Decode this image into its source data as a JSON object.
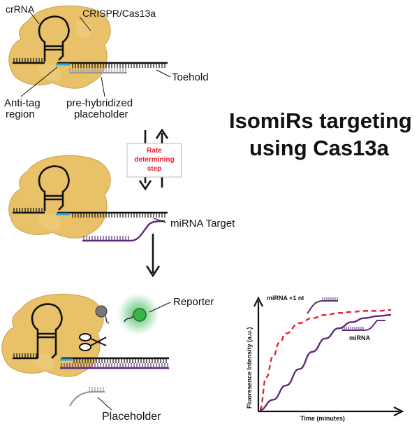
{
  "labels": {
    "crrna": "crRNA",
    "cas": "CRISPR/Cas13a",
    "toehold": "Toehold",
    "antitag_1": "Anti-tag",
    "antitag_2": "region",
    "placeholder_top_1": "pre-hybridized",
    "placeholder_top_2": "placeholder",
    "rate_1": "Rate",
    "rate_2": "determining",
    "rate_3": "step",
    "mirna_target": "miRNA Target",
    "reporter": "Reporter",
    "placeholder_bottom": "Placeholder"
  },
  "title": {
    "line1": "IsomiRs targeting",
    "line2": "using Cas13a"
  },
  "chart_data": {
    "type": "line",
    "xlabel": "Time (minutes)",
    "ylabel": "Fluoresence Intensity (a.u.)",
    "series": [
      {
        "name": "miRNA +1 nt",
        "style": "dashed",
        "color": "#e8212b",
        "x": [
          0,
          0.05,
          0.1,
          0.15,
          0.2,
          0.3,
          0.4,
          0.5,
          0.6,
          0.7,
          0.8,
          0.9,
          1.0
        ],
        "y": [
          0,
          0.32,
          0.52,
          0.66,
          0.75,
          0.85,
          0.9,
          0.93,
          0.95,
          0.96,
          0.97,
          0.97,
          0.98
        ]
      },
      {
        "name": "miRNA",
        "style": "solid",
        "color": "#5e2a7a",
        "x": [
          0,
          0.1,
          0.2,
          0.3,
          0.4,
          0.5,
          0.6,
          0.7,
          0.8,
          0.9,
          1.0
        ],
        "y": [
          0,
          0.1,
          0.24,
          0.4,
          0.57,
          0.7,
          0.8,
          0.86,
          0.9,
          0.92,
          0.93
        ]
      }
    ]
  }
}
